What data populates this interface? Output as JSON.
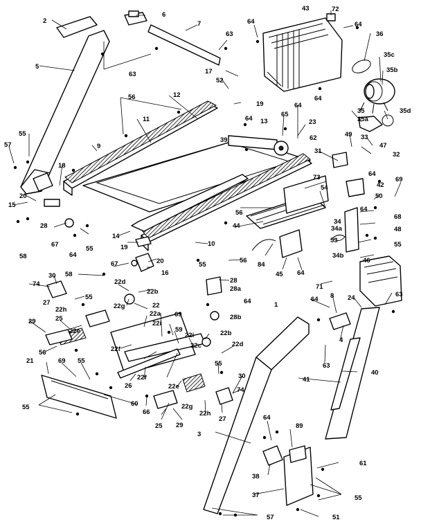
{
  "callouts": [
    {
      "id": "c-2",
      "text": "2"
    },
    {
      "id": "c-6",
      "text": "6"
    },
    {
      "id": "c-7",
      "text": "7"
    },
    {
      "id": "c-63a",
      "text": "63"
    },
    {
      "id": "c-63b",
      "text": "63"
    },
    {
      "id": "c-5",
      "text": "5"
    },
    {
      "id": "c-64a",
      "text": "64"
    },
    {
      "id": "c-43",
      "text": "43"
    },
    {
      "id": "c-72",
      "text": "72"
    },
    {
      "id": "c-64b",
      "text": "64"
    },
    {
      "id": "c-36",
      "text": "36"
    },
    {
      "id": "c-35c",
      "text": "35c"
    },
    {
      "id": "c-35b",
      "text": "35b"
    },
    {
      "id": "c-17",
      "text": "17"
    },
    {
      "id": "c-52",
      "text": "52"
    },
    {
      "id": "c-19a",
      "text": "19"
    },
    {
      "id": "c-64c",
      "text": "64"
    },
    {
      "id": "c-56a",
      "text": "56"
    },
    {
      "id": "c-12",
      "text": "12"
    },
    {
      "id": "c-11",
      "text": "11"
    },
    {
      "id": "c-35",
      "text": "35"
    },
    {
      "id": "c-35a",
      "text": "35a"
    },
    {
      "id": "c-35d",
      "text": "35d"
    },
    {
      "id": "c-65",
      "text": "65"
    },
    {
      "id": "c-64d",
      "text": "64"
    },
    {
      "id": "c-13",
      "text": "13"
    },
    {
      "id": "c-23",
      "text": "23"
    },
    {
      "id": "c-64e",
      "text": "64"
    },
    {
      "id": "c-62",
      "text": "62"
    },
    {
      "id": "c-33",
      "text": "33"
    },
    {
      "id": "c-39",
      "text": "39"
    },
    {
      "id": "c-49",
      "text": "49"
    },
    {
      "id": "c-47",
      "text": "47"
    },
    {
      "id": "c-32",
      "text": "32"
    },
    {
      "id": "c-55a",
      "text": "55"
    },
    {
      "id": "c-9",
      "text": "9"
    },
    {
      "id": "c-31",
      "text": "31"
    },
    {
      "id": "c-57a",
      "text": "57"
    },
    {
      "id": "c-18",
      "text": "18"
    },
    {
      "id": "c-64f",
      "text": "64"
    },
    {
      "id": "c-73",
      "text": "73"
    },
    {
      "id": "c-42",
      "text": "42"
    },
    {
      "id": "c-69a",
      "text": "69"
    },
    {
      "id": "c-20a",
      "text": "20"
    },
    {
      "id": "c-54",
      "text": "54"
    },
    {
      "id": "c-15",
      "text": "15"
    },
    {
      "id": "c-50",
      "text": "50"
    },
    {
      "id": "c-64g",
      "text": "64"
    },
    {
      "id": "c-68",
      "text": "68"
    },
    {
      "id": "c-28a",
      "text": "28"
    },
    {
      "id": "c-56b",
      "text": "56"
    },
    {
      "id": "c-48",
      "text": "48"
    },
    {
      "id": "c-34",
      "text": "34"
    },
    {
      "id": "c-34a",
      "text": "34a"
    },
    {
      "id": "c-44",
      "text": "44"
    },
    {
      "id": "c-58a",
      "text": "58"
    },
    {
      "id": "c-67a",
      "text": "67"
    },
    {
      "id": "c-55b",
      "text": "55"
    },
    {
      "id": "c-14",
      "text": "14"
    },
    {
      "id": "c-53",
      "text": "53"
    },
    {
      "id": "c-55c",
      "text": "55"
    },
    {
      "id": "c-64h",
      "text": "64"
    },
    {
      "id": "c-10",
      "text": "10"
    },
    {
      "id": "c-19b",
      "text": "19"
    },
    {
      "id": "c-20b",
      "text": "20"
    },
    {
      "id": "c-56c",
      "text": "56"
    },
    {
      "id": "c-34b",
      "text": "34b"
    },
    {
      "id": "c-84",
      "text": "84"
    },
    {
      "id": "c-45",
      "text": "45"
    },
    {
      "id": "c-64i",
      "text": "64"
    },
    {
      "id": "c-46",
      "text": "46"
    },
    {
      "id": "c-67b",
      "text": "67"
    },
    {
      "id": "c-16",
      "text": "16"
    },
    {
      "id": "c-58b",
      "text": "58"
    },
    {
      "id": "c-55d",
      "text": "55"
    },
    {
      "id": "c-28b",
      "text": "28"
    },
    {
      "id": "c-28a2",
      "text": "28a"
    },
    {
      "id": "c-22d",
      "text": "22d"
    },
    {
      "id": "c-71",
      "text": "71"
    },
    {
      "id": "c-74a",
      "text": "74"
    },
    {
      "id": "c-30a",
      "text": "30"
    },
    {
      "id": "c-55e",
      "text": "55"
    },
    {
      "id": "c-64j",
      "text": "64"
    },
    {
      "id": "c-27a",
      "text": "27"
    },
    {
      "id": "c-22b",
      "text": "22b"
    },
    {
      "id": "c-28b2",
      "text": "28b"
    },
    {
      "id": "c-22h",
      "text": "22h"
    },
    {
      "id": "c-22g",
      "text": "22g"
    },
    {
      "id": "c-22",
      "text": "22"
    },
    {
      "id": "c-22a",
      "text": "22a"
    },
    {
      "id": "c-64k",
      "text": "64"
    },
    {
      "id": "c-8",
      "text": "8"
    },
    {
      "id": "c-24",
      "text": "24"
    },
    {
      "id": "c-63c",
      "text": "63"
    },
    {
      "id": "c-69b",
      "text": "69"
    },
    {
      "id": "c-29a",
      "text": "29"
    },
    {
      "id": "c-25a",
      "text": "25"
    },
    {
      "id": "c-22e",
      "text": "22e"
    },
    {
      "id": "c-22i",
      "text": "22i"
    },
    {
      "id": "c-59",
      "text": "59"
    },
    {
      "id": "c-1",
      "text": "1"
    },
    {
      "id": "c-22i2",
      "text": "22i"
    },
    {
      "id": "c-56d",
      "text": "56"
    },
    {
      "id": "c-22f",
      "text": "22f"
    },
    {
      "id": "c-22b2",
      "text": "22b"
    },
    {
      "id": "c-4",
      "text": "4"
    },
    {
      "id": "c-22c",
      "text": "22c"
    },
    {
      "id": "c-22d2",
      "text": "22d"
    },
    {
      "id": "c-21",
      "text": "21"
    },
    {
      "id": "c-69c",
      "text": "69"
    },
    {
      "id": "c-55f",
      "text": "55"
    },
    {
      "id": "c-63d",
      "text": "63"
    },
    {
      "id": "c-55g",
      "text": "55"
    },
    {
      "id": "c-26",
      "text": "26"
    },
    {
      "id": "c-22f2",
      "text": "22f"
    },
    {
      "id": "c-30b",
      "text": "30"
    },
    {
      "id": "c-40",
      "text": "40"
    },
    {
      "id": "c-41",
      "text": "41"
    },
    {
      "id": "c-60",
      "text": "60"
    },
    {
      "id": "c-66",
      "text": "66"
    },
    {
      "id": "c-22e2",
      "text": "22e"
    },
    {
      "id": "c-74b",
      "text": "74"
    },
    {
      "id": "c-55h",
      "text": "55"
    },
    {
      "id": "c-25b",
      "text": "25"
    },
    {
      "id": "c-22g2",
      "text": "22g"
    },
    {
      "id": "c-22h2",
      "text": "22h"
    },
    {
      "id": "c-29b",
      "text": "29"
    },
    {
      "id": "c-27b",
      "text": "27"
    },
    {
      "id": "c-3",
      "text": "3"
    },
    {
      "id": "c-64l",
      "text": "64"
    },
    {
      "id": "c-89",
      "text": "89"
    },
    {
      "id": "c-61",
      "text": "61"
    },
    {
      "id": "c-38",
      "text": "38"
    },
    {
      "id": "c-37",
      "text": "37"
    },
    {
      "id": "c-55i",
      "text": "55"
    },
    {
      "id": "c-57b",
      "text": "57"
    },
    {
      "id": "c-51",
      "text": "51"
    }
  ]
}
